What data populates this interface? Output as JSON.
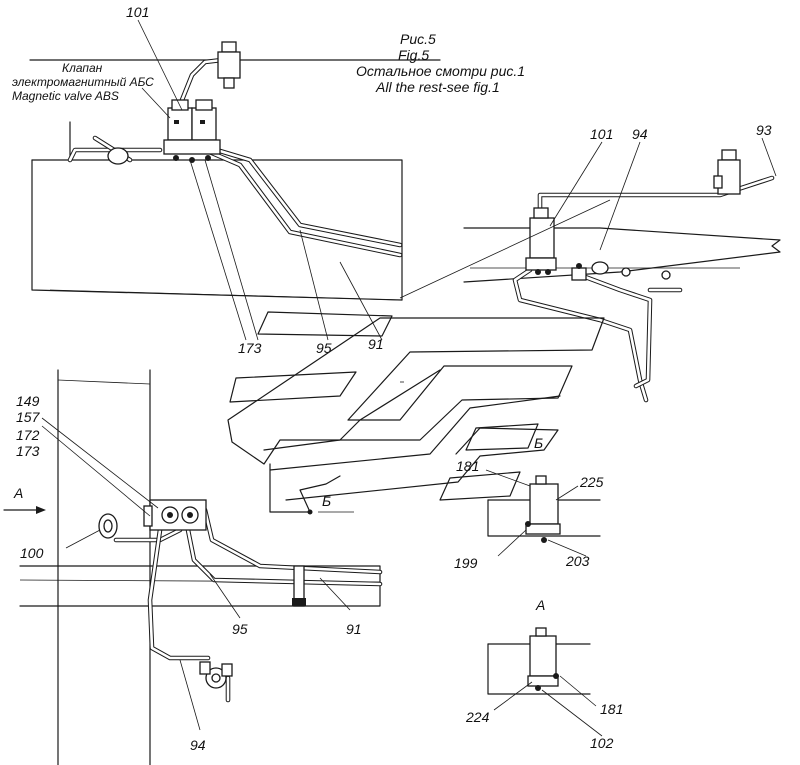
{
  "title": {
    "line1": "Рис.5",
    "line2": "Fig.5",
    "line3": "Остальное смотри рис.1",
    "line4": "All the rest-see fig.1"
  },
  "valve_note": {
    "line1": "Клапан",
    "line2": "электромагнитный АБС",
    "line3": "Magnetic valve ABS"
  },
  "view_marks": {
    "arrow": "А",
    "view_b_top": "Б",
    "view_b_left": "Б",
    "view_a": "А"
  },
  "callouts": {
    "top_left": {
      "c101": "101",
      "c173": "173",
      "c95": "95",
      "c91": "91"
    },
    "top_right": {
      "c101": "101",
      "c94": "94",
      "c93": "93"
    },
    "bottom_left": {
      "c149": "149",
      "c157": "157",
      "c172": "172",
      "c173": "173",
      "c100": "100",
      "c95": "95",
      "c91": "91",
      "c94": "94"
    },
    "detail_b": {
      "c181": "181",
      "c225": "225",
      "c199": "199",
      "c203": "203"
    },
    "detail_a": {
      "c224": "224",
      "c181": "181",
      "c102": "102"
    }
  }
}
